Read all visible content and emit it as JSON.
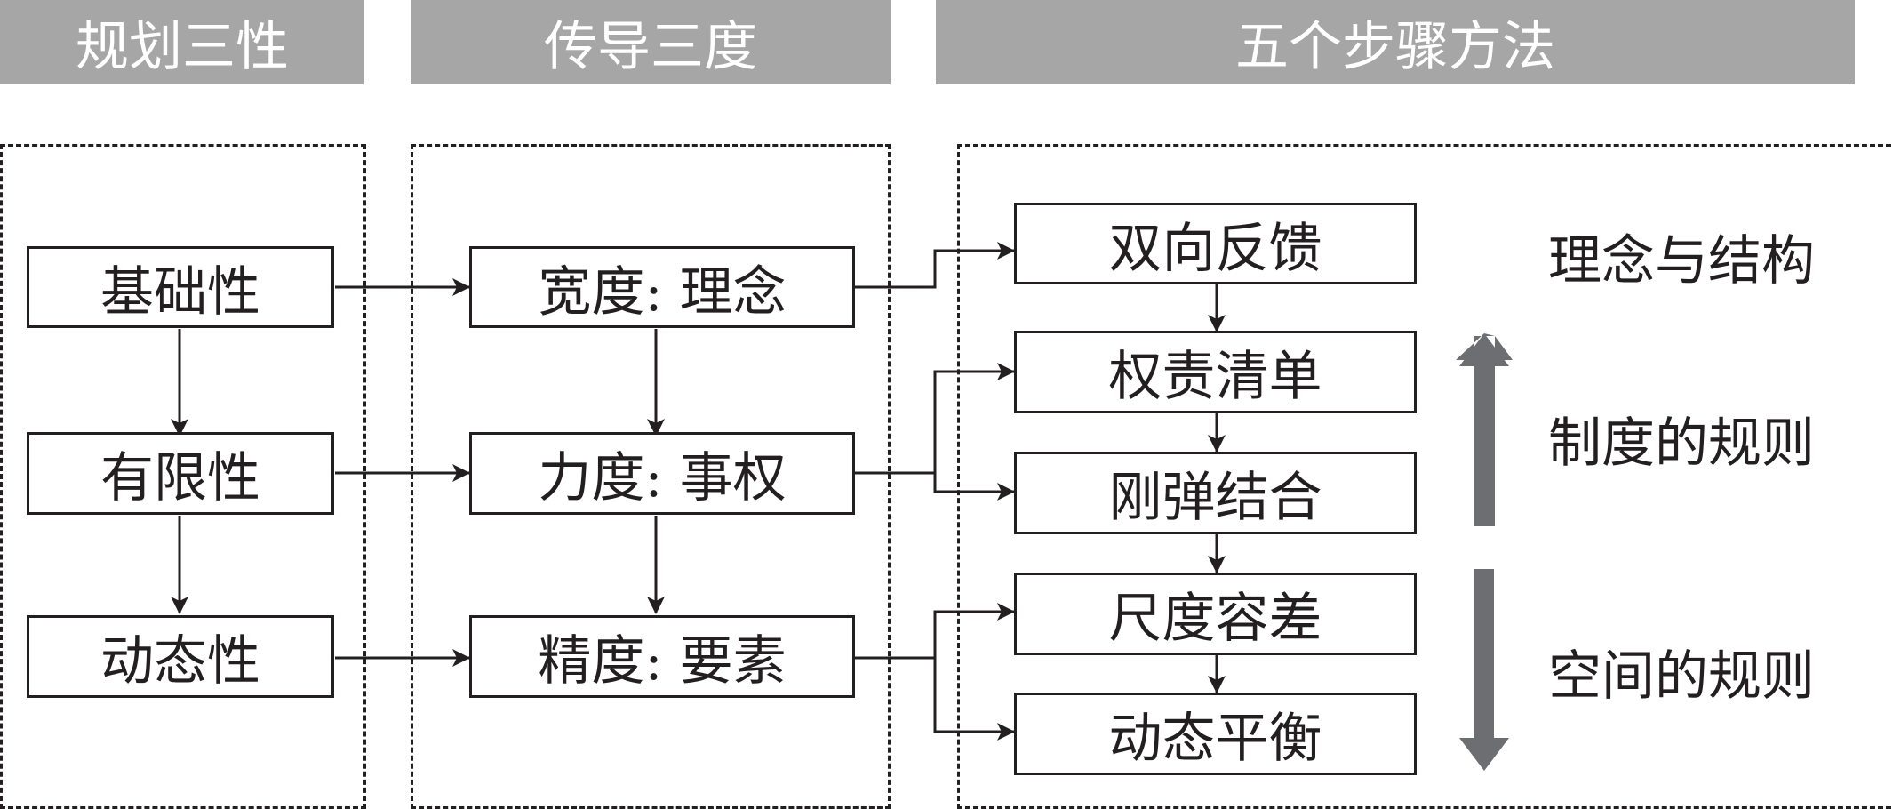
{
  "headers": {
    "col1": "规划三性",
    "col2": "传导三度",
    "col3": "五个步骤方法"
  },
  "col1": [
    "基础性",
    "有限性",
    "动态性"
  ],
  "col2": [
    "宽度: 理念",
    "力度: 事权",
    "精度: 要素"
  ],
  "col3": [
    "双向反馈",
    "权责清单",
    "刚弹结合",
    "尺度容差",
    "动态平衡"
  ],
  "side_labels": {
    "top": "理念与结构",
    "middle": "制度的规则",
    "bottom": "空间的规则"
  },
  "colors": {
    "header_bg": "#a6a6a6",
    "header_text": "#ffffff",
    "line": "#231f20",
    "thick_arrow": "#6d6e71"
  }
}
